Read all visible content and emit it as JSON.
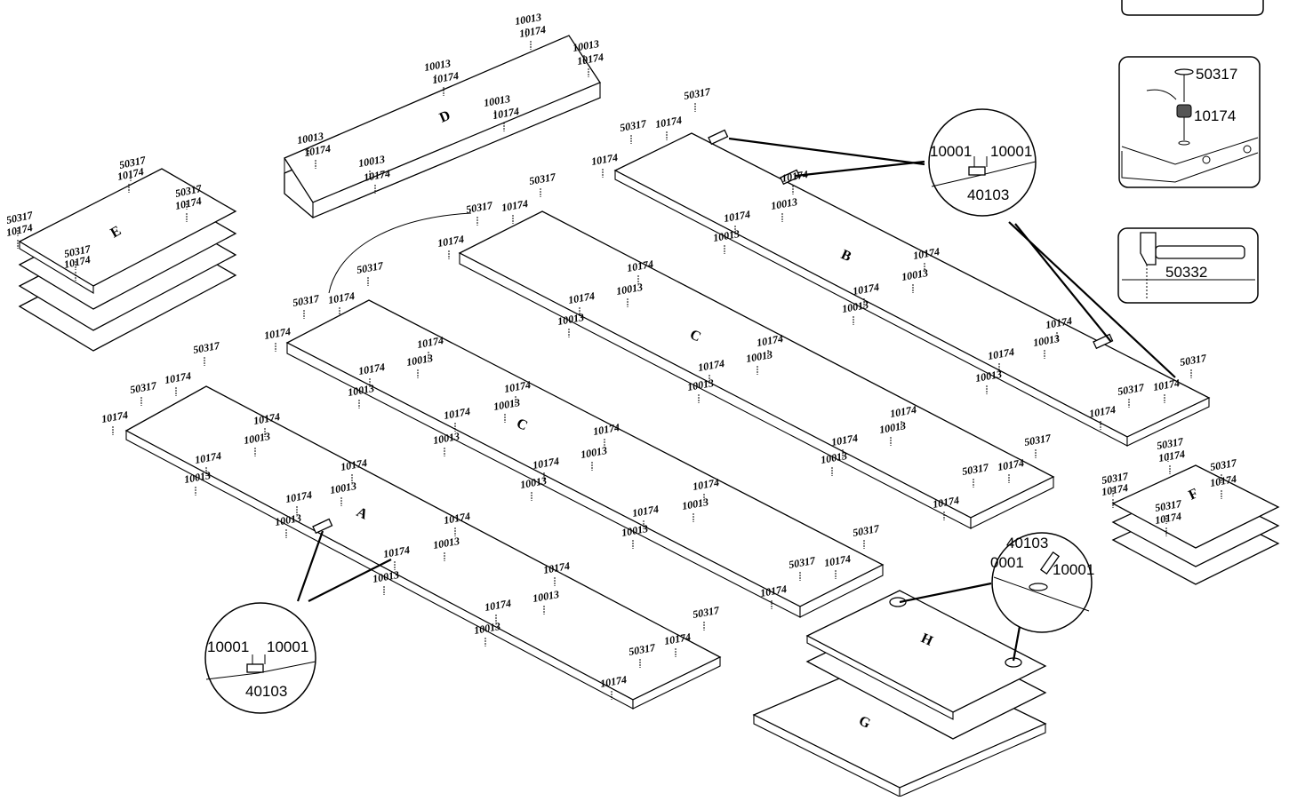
{
  "panels": {
    "A": "A",
    "B": "B",
    "C1": "C",
    "C2": "C",
    "D": "D",
    "E": "E",
    "F": "F",
    "G": "G",
    "H": "H"
  },
  "labels": {
    "p10001": "10001",
    "p10013": "10013",
    "p10174": "10174",
    "p40103": "40103",
    "p50317": "50317",
    "p50332": "50332",
    "p0001": "0001"
  },
  "legend": {
    "cam": {
      "top": "50317",
      "bottom": "10174"
    },
    "hammer": {
      "part": "50332"
    }
  },
  "callouts": {
    "left": {
      "a": "10001",
      "b": "10001",
      "c": "40103"
    },
    "top_right": {
      "a": "10001",
      "b": "10001",
      "c": "40103"
    },
    "bottom_right": {
      "a": "40103",
      "b": "0001",
      "c": "10001"
    }
  }
}
